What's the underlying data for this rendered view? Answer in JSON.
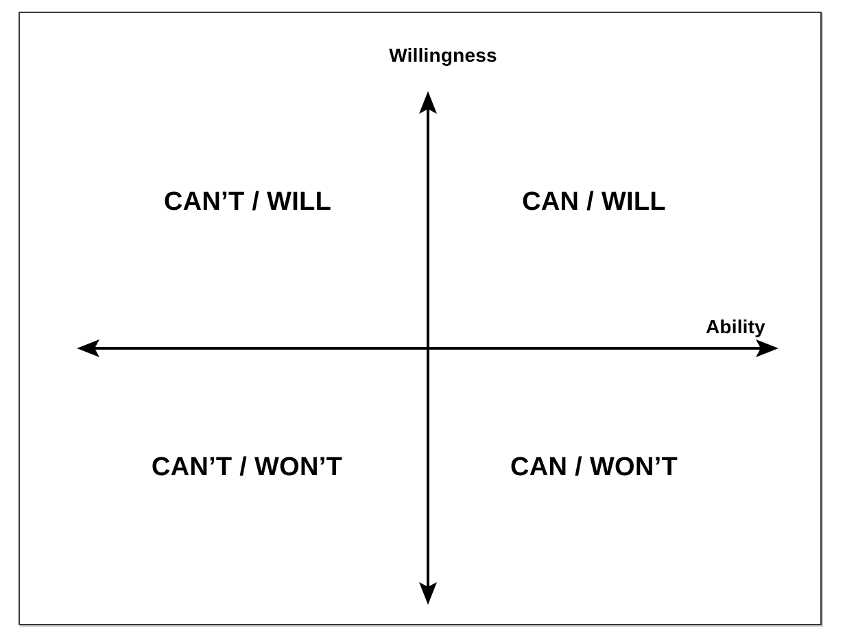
{
  "diagram": {
    "type": "two-by-two-matrix",
    "background_color": "#ffffff",
    "line_color": "#000000",
    "frame_color": "#3a3a3a",
    "axes": {
      "vertical": {
        "title": "Willingness",
        "orientation": "vertical",
        "arrowheads": "both"
      },
      "horizontal": {
        "title": "Ability",
        "orientation": "horizontal",
        "arrowheads": "both"
      }
    },
    "quadrants": [
      {
        "position": "top-left",
        "label": "CAN’T / WILL"
      },
      {
        "position": "top-right",
        "label": "CAN / WILL"
      },
      {
        "position": "bottom-left",
        "label": "CAN’T / WON’T"
      },
      {
        "position": "bottom-right",
        "label": "CAN / WON’T"
      }
    ]
  }
}
